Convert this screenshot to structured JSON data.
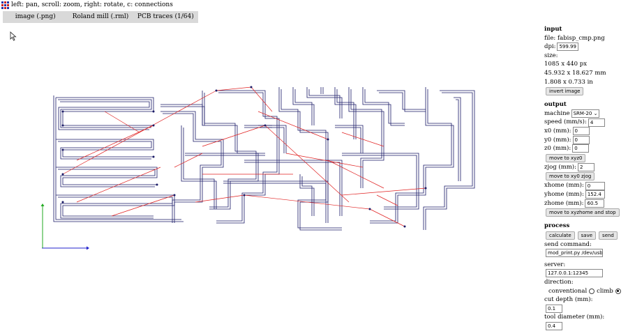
{
  "hint": "left: pan, scroll: zoom, right: rotate, c: connections",
  "menu": [
    "image (.png)",
    "Roland mill (.rml)",
    "PCB traces (1/64)"
  ],
  "input": {
    "heading": "input",
    "file_label": "file:",
    "file_value": "fabisp_cmp.png",
    "dpi_label": "dpi:",
    "dpi_value": "599.99",
    "size_label": "size:",
    "size_px": "1085 x 440 px",
    "size_mm": "45.932 x 18.627 mm",
    "size_in": "1.808 x 0.733 in",
    "invert_label": "invert image"
  },
  "output": {
    "heading": "output",
    "machine_label": "machine",
    "machine_value": "SRM-20",
    "speed_label": "speed (mm/s):",
    "speed_value": "4",
    "x0_label": "x0 (mm):",
    "x0_value": "0",
    "y0_label": "y0 (mm):",
    "y0_value": "0",
    "z0_label": "z0 (mm):",
    "z0_value": "0",
    "move_xyz0_label": "move to xyz0",
    "zjog_label": "zjog (mm):",
    "zjog_value": "2",
    "move_xy0_label": "move to xy0 zjog",
    "xhome_label": "xhome (mm):",
    "xhome_value": "0",
    "yhome_label": "yhome (mm):",
    "yhome_value": "152.4",
    "zhome_label": "zhome (mm):",
    "zhome_value": "60.5",
    "move_home_label": "move to xyzhome and stop"
  },
  "process": {
    "heading": "process",
    "calculate_label": "calculate",
    "save_label": "save",
    "send_label": "send",
    "send_cmd_label": "send command:",
    "send_cmd_value": "mod_print.py /dev/usb/lp",
    "server_label": "server:",
    "server_value": "127.0.0.1:12345",
    "direction_label": "direction:",
    "conventional_label": "conventional",
    "climb_label": "climb",
    "cut_depth_label": "cut depth (mm):",
    "cut_depth_value": "0.1",
    "tool_diameter_label": "tool diameter (mm):",
    "tool_diameter_value": "0.4"
  },
  "colors": {
    "toolpath": "#1a1a66",
    "connection": "#e02020",
    "menu_bg": "#d9d9d9",
    "axis_x": "#2222cc",
    "axis_y": "#22aa22"
  }
}
